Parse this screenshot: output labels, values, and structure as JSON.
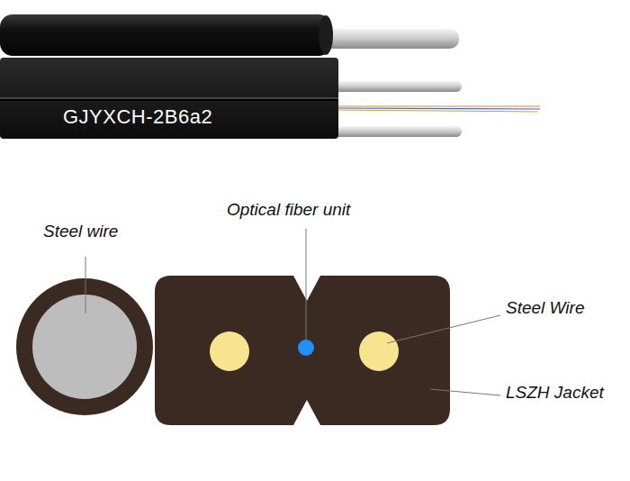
{
  "diagram": {
    "labels": [
      "GJYXCH-2B6a2",
      "Steel wire",
      "Optical fiber unit",
      "Steel Wire",
      "LSZH Jacket"
    ]
  }
}
